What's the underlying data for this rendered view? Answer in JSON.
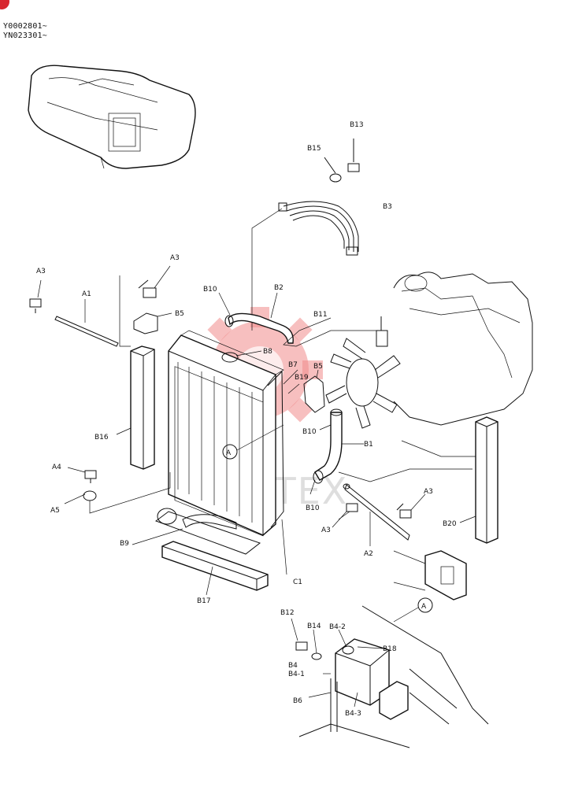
{
  "serials": [
    "Y0002801~",
    "YN023301~"
  ],
  "watermark": "VIHTEX",
  "callout_symbol": "A",
  "labels": {
    "a1": "A1",
    "a2": "A2",
    "a3_tl": "A3",
    "a3_t": "A3",
    "a3_r": "A3",
    "a3_b": "A3",
    "a4": "A4",
    "a5": "A5",
    "b1": "B1",
    "b2": "B2",
    "b3": "B3",
    "b4": "B4",
    "b4_1": "B4-1",
    "b4_2": "B4-2",
    "b4_3": "B4-3",
    "b5_a": "B5",
    "b5_b": "B5",
    "b6": "B6",
    "b7": "B7",
    "b8": "B8",
    "b9": "B9",
    "b10_a": "B10",
    "b10_b": "B10",
    "b10_c": "B10",
    "b11": "B11",
    "b12": "B12",
    "b13": "B13",
    "b14": "B14",
    "b15": "B15",
    "b16": "B16",
    "b17": "B17",
    "b18": "B18",
    "b19": "B19",
    "b20": "B20",
    "c1": "C1"
  }
}
